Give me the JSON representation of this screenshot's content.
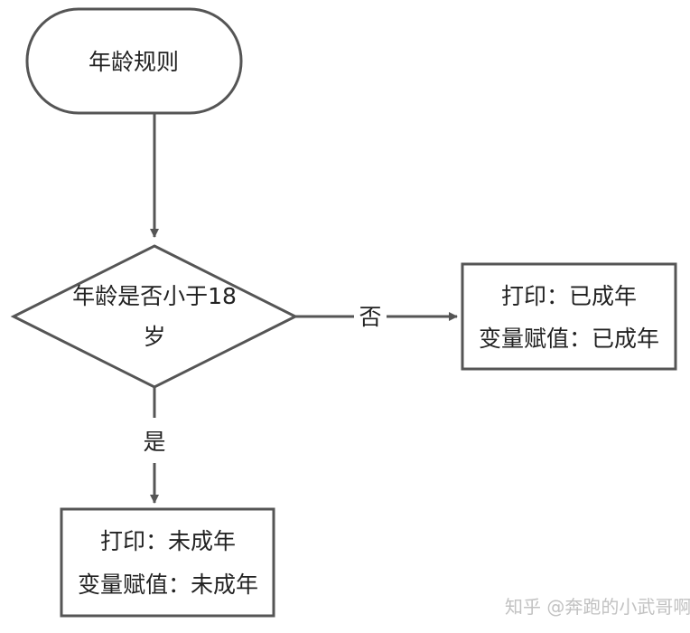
{
  "flowchart": {
    "start": {
      "label": "年龄规则"
    },
    "decision": {
      "line1": "年龄是否小于18",
      "line2": "岁"
    },
    "no_branch": {
      "edge_label": "否",
      "line1": "打印：已成年",
      "line2": "变量赋值：已成年"
    },
    "yes_branch": {
      "edge_label": "是",
      "line1": "打印：未成年",
      "line2": "变量赋值：未成年"
    }
  },
  "watermark": "知乎 @奔跑的小武哥啊",
  "colors": {
    "stroke": "#555555",
    "text": "#222222",
    "background": "#ffffff",
    "watermark": "#c2c2c2"
  }
}
